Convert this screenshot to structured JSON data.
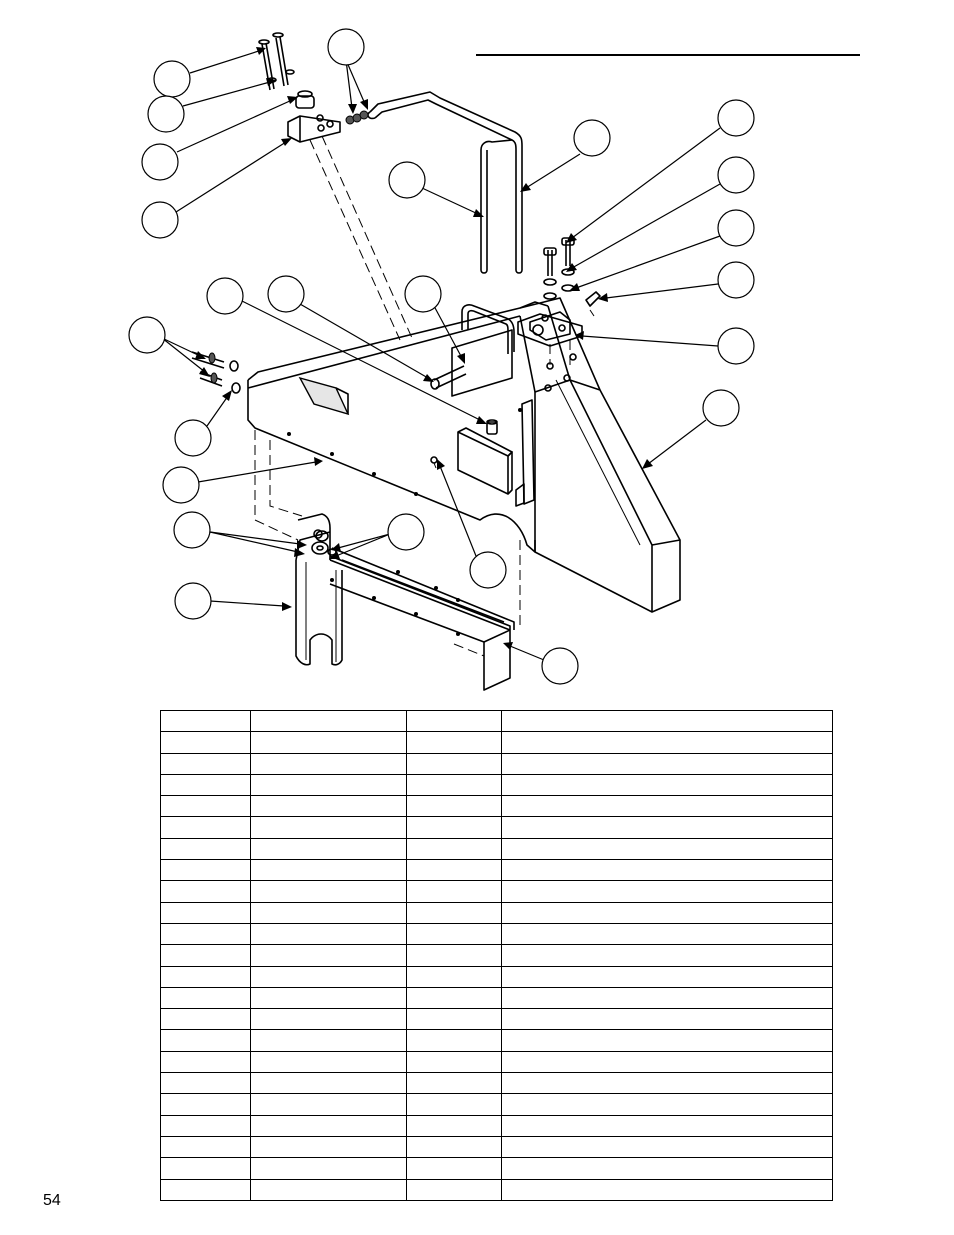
{
  "page": {
    "number": "54"
  },
  "figure": {
    "callout_bubbles": [
      {
        "id": "b01",
        "label": ""
      },
      {
        "id": "b02",
        "label": ""
      },
      {
        "id": "b03",
        "label": ""
      },
      {
        "id": "b04",
        "label": ""
      },
      {
        "id": "b05",
        "label": ""
      },
      {
        "id": "b06",
        "label": ""
      },
      {
        "id": "b07",
        "label": ""
      },
      {
        "id": "b08",
        "label": ""
      },
      {
        "id": "b09",
        "label": ""
      },
      {
        "id": "b10",
        "label": ""
      },
      {
        "id": "b11",
        "label": ""
      },
      {
        "id": "b12",
        "label": ""
      },
      {
        "id": "b13",
        "label": ""
      },
      {
        "id": "b14",
        "label": ""
      },
      {
        "id": "b15",
        "label": ""
      },
      {
        "id": "b16",
        "label": ""
      },
      {
        "id": "b17",
        "label": ""
      },
      {
        "id": "b18",
        "label": ""
      },
      {
        "id": "b19",
        "label": ""
      },
      {
        "id": "b20",
        "label": ""
      },
      {
        "id": "b21",
        "label": ""
      },
      {
        "id": "b22",
        "label": ""
      },
      {
        "id": "b23",
        "label": ""
      },
      {
        "id": "b24",
        "label": ""
      }
    ]
  },
  "parts_table": {
    "columns": [
      "",
      "",
      "",
      ""
    ],
    "rows": [
      [
        "",
        "",
        "",
        ""
      ],
      [
        "",
        "",
        "",
        ""
      ],
      [
        "",
        "",
        "",
        ""
      ],
      [
        "",
        "",
        "",
        ""
      ],
      [
        "",
        "",
        "",
        ""
      ],
      [
        "",
        "",
        "",
        ""
      ],
      [
        "",
        "",
        "",
        ""
      ],
      [
        "",
        "",
        "",
        ""
      ],
      [
        "",
        "",
        "",
        ""
      ],
      [
        "",
        "",
        "",
        ""
      ],
      [
        "",
        "",
        "",
        ""
      ],
      [
        "",
        "",
        "",
        ""
      ],
      [
        "",
        "",
        "",
        ""
      ],
      [
        "",
        "",
        "",
        ""
      ],
      [
        "",
        "",
        "",
        ""
      ],
      [
        "",
        "",
        "",
        ""
      ],
      [
        "",
        "",
        "",
        ""
      ],
      [
        "",
        "",
        "",
        ""
      ],
      [
        "",
        "",
        "",
        ""
      ],
      [
        "",
        "",
        "",
        ""
      ],
      [
        "",
        "",
        "",
        ""
      ],
      [
        "",
        "",
        "",
        ""
      ]
    ]
  }
}
